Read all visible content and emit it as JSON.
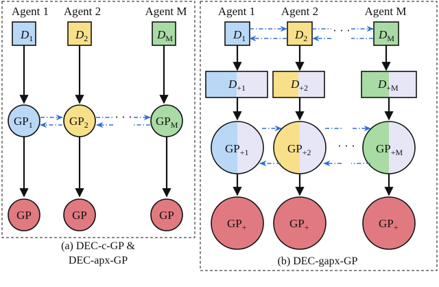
{
  "colors": {
    "blue": "#b9d8f5",
    "yellow": "#f8e08a",
    "green": "#a9dba4",
    "lavender": "#e6e6f7",
    "red": "#e07a80",
    "comm": "#2f6fd6"
  },
  "left": {
    "agents": [
      "Agent 1",
      "Agent 2",
      "Agent M"
    ],
    "data_nodes": [
      {
        "base": "D",
        "sub": "1"
      },
      {
        "base": "D",
        "sub": "2"
      },
      {
        "base": "D",
        "sub": "M"
      }
    ],
    "gp_nodes": [
      {
        "base": "GP",
        "sub": "1"
      },
      {
        "base": "GP",
        "sub": "2"
      },
      {
        "base": "GP",
        "sub": "M"
      }
    ],
    "output_nodes": [
      "GP",
      "GP",
      "GP"
    ],
    "dots": "· · ·",
    "caption_line1": "(a) DEC-c-GP &",
    "caption_line2": "DEC-apx-GP"
  },
  "right": {
    "agents": [
      "Agent 1",
      "Agent 2",
      "Agent M"
    ],
    "data_nodes": [
      {
        "base": "D",
        "sub": "1"
      },
      {
        "base": "D",
        "sub": "2"
      },
      {
        "base": "D",
        "sub": "M"
      }
    ],
    "aug_nodes": [
      {
        "base": "D",
        "sub": "+1"
      },
      {
        "base": "D",
        "sub": "+2"
      },
      {
        "base": "D",
        "sub": "+M"
      }
    ],
    "gp_nodes": [
      {
        "base": "GP",
        "sub": "+1"
      },
      {
        "base": "GP",
        "sub": "+2"
      },
      {
        "base": "GP",
        "sub": "+M"
      }
    ],
    "output_nodes": [
      {
        "base": "GP",
        "sub": "+"
      },
      {
        "base": "GP",
        "sub": "+"
      },
      {
        "base": "GP",
        "sub": "+"
      }
    ],
    "dots_top": "· · ·",
    "dots_mid": "· · ·",
    "caption": "(b) DEC-gapx-GP"
  }
}
